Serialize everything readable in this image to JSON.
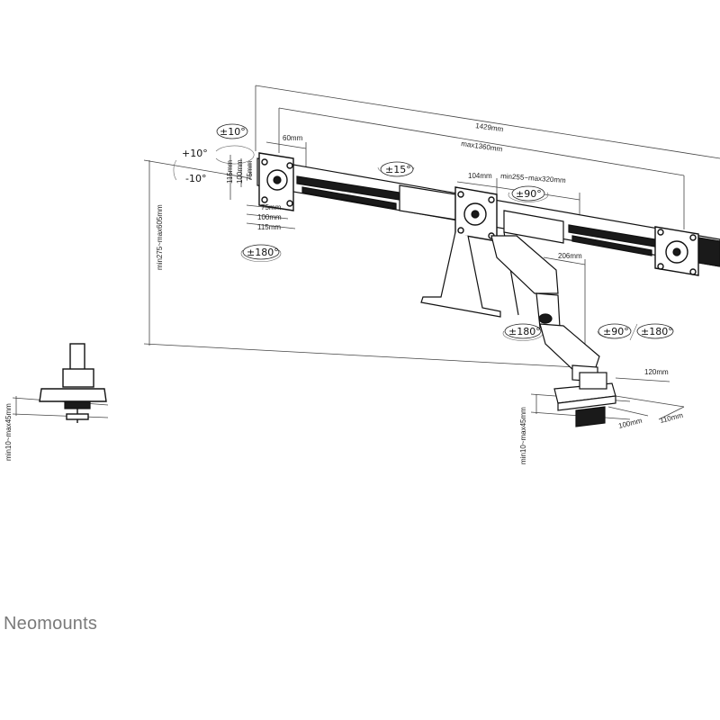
{
  "brand": "Neomounts",
  "dimensions": {
    "total_width": "1429mm",
    "max_span": "max1360mm",
    "offset_60": "60mm",
    "offset_104": "104mm",
    "arm_range": "min255~max320mm",
    "arm_206": "206mm",
    "vesa_75": "75mm",
    "vesa_100": "100mm",
    "vesa_115": "115mm",
    "height_range": "min275~max605mm",
    "desk_thickness": "min10~max45mm",
    "base_120": "120mm",
    "base_100": "100mm",
    "base_110": "110mm"
  },
  "angles": {
    "tilt_pos": "+10°",
    "tilt_neg": "-10°",
    "rot_10": "±10°",
    "rot_180": "±180°",
    "swivel_15": "±15°",
    "swivel_90": "±90°",
    "swivel_180": "±180°"
  }
}
